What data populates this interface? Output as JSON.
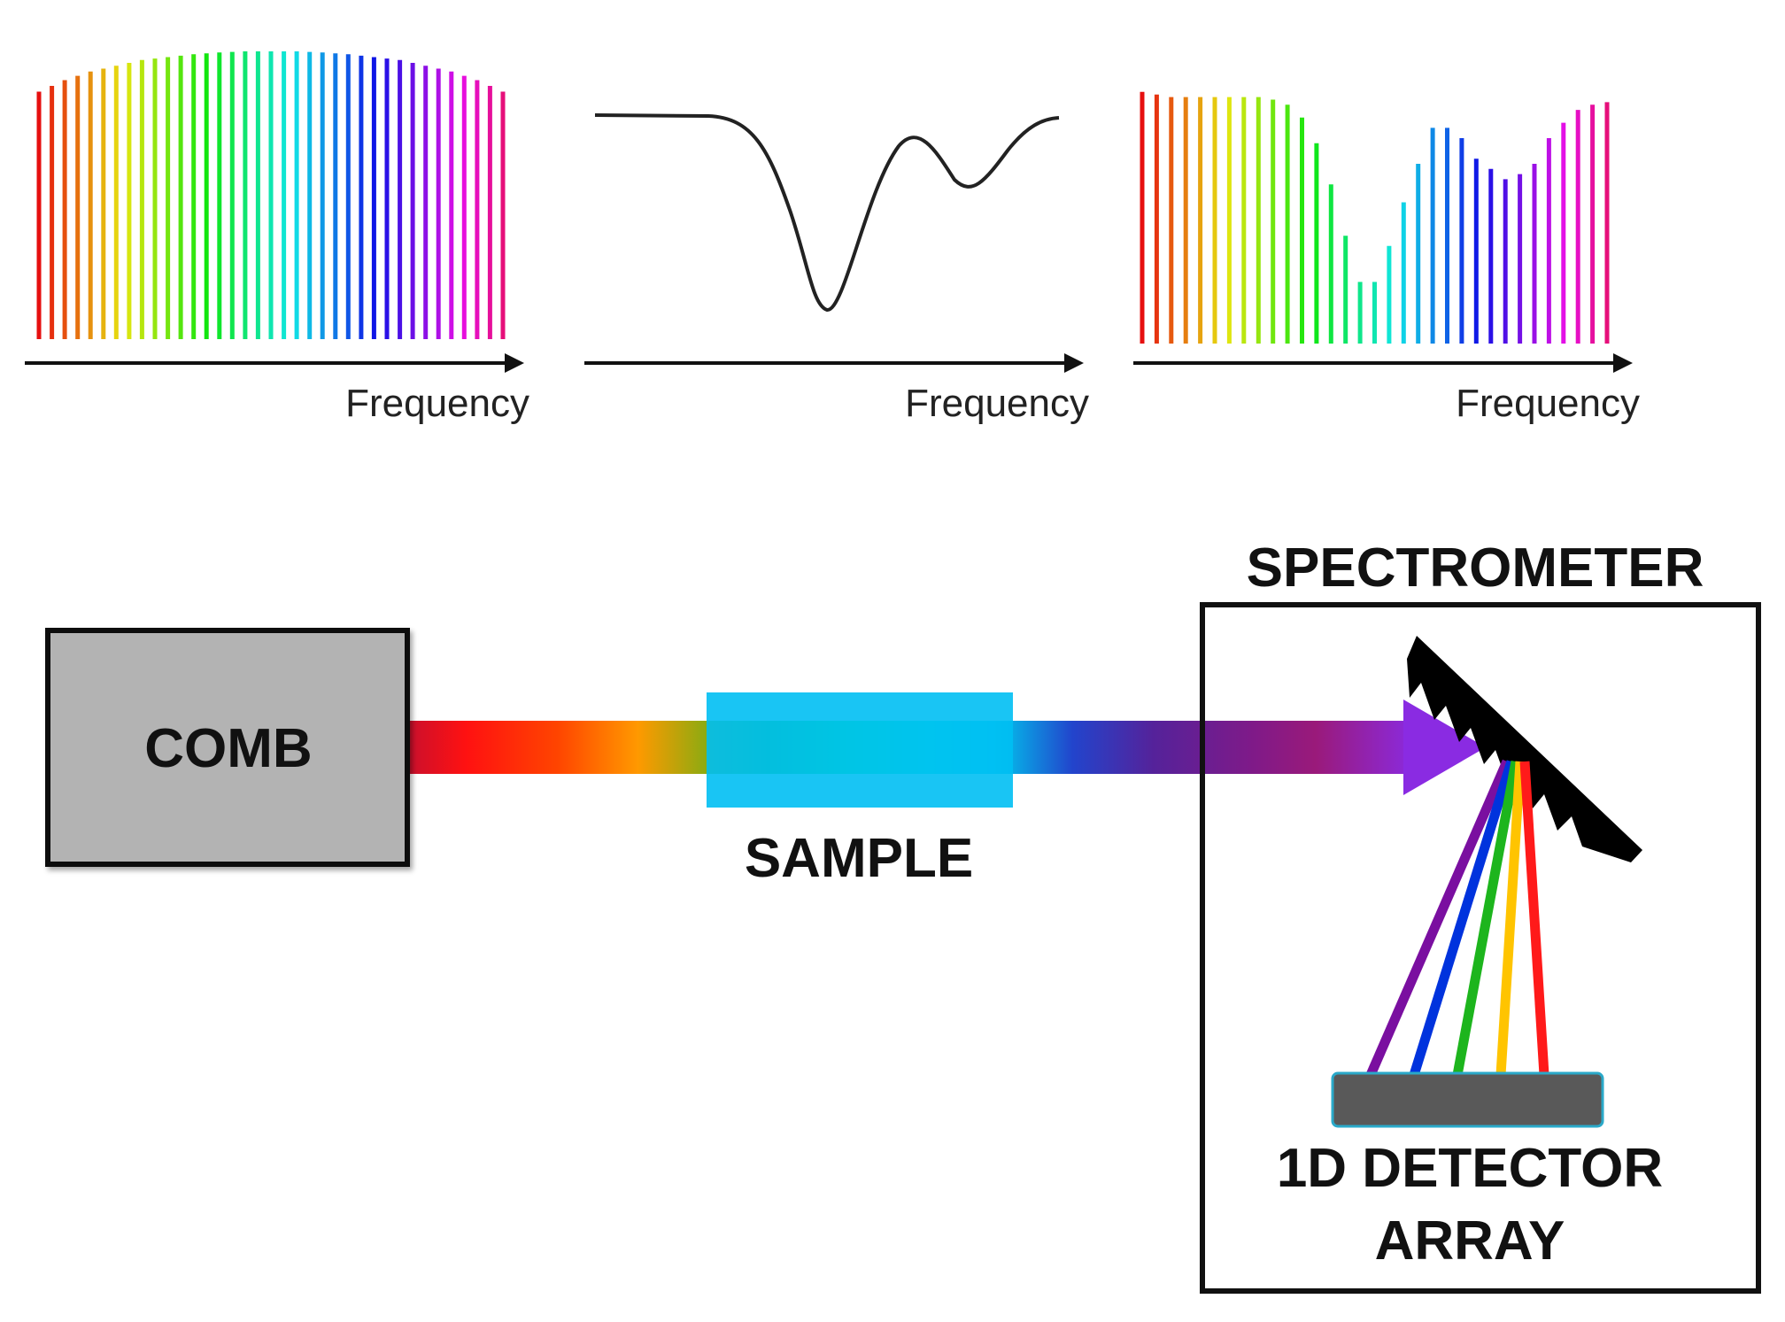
{
  "labels": {
    "axis_frequency": "Frequency",
    "comb": "COMB",
    "sample": "SAMPLE",
    "spectrometer": "SPECTROMETER",
    "detector_line1": "1D DETECTOR",
    "detector_line2": "ARRAY"
  },
  "colors": {
    "comb_box_fill": "#b3b3b3",
    "sample_fill": "#00bff3",
    "detector_fill": "#595959",
    "grating": "#000000",
    "absorption_curve": "#222222"
  },
  "spectra": {
    "comb_in": {
      "heights": [
        0.86,
        0.88,
        0.9,
        0.915,
        0.93,
        0.94,
        0.95,
        0.96,
        0.97,
        0.975,
        0.98,
        0.985,
        0.99,
        0.993,
        0.996,
        0.998,
        1,
        1,
        1,
        1,
        1,
        0.998,
        0.996,
        0.993,
        0.99,
        0.985,
        0.98,
        0.975,
        0.97,
        0.96,
        0.95,
        0.94,
        0.93,
        0.915,
        0.9,
        0.88,
        0.86
      ]
    },
    "absorption": {
      "profile": "one deep dip followed by a shallower secondary dip"
    },
    "comb_out": {
      "heights": [
        0.98,
        0.97,
        0.96,
        0.96,
        0.96,
        0.96,
        0.96,
        0.96,
        0.96,
        0.95,
        0.93,
        0.88,
        0.78,
        0.62,
        0.42,
        0.24,
        0.24,
        0.38,
        0.55,
        0.7,
        0.84,
        0.84,
        0.8,
        0.72,
        0.68,
        0.64,
        0.66,
        0.7,
        0.8,
        0.86,
        0.91,
        0.93,
        0.94
      ]
    }
  },
  "dispersed_beams": [
    "#7a0fa0",
    "#0033dd",
    "#1db51d",
    "#ffc400",
    "#ff1a1a"
  ]
}
